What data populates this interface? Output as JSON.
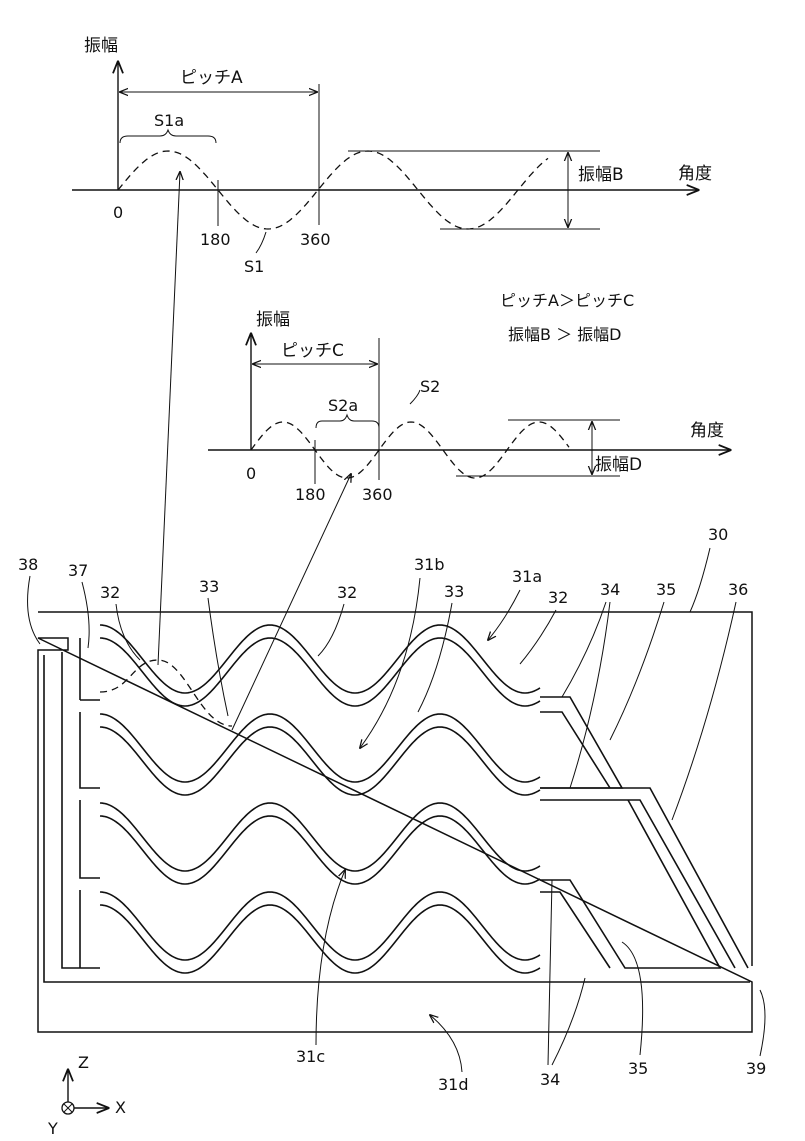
{
  "graph_top": {
    "y_axis_label": "振幅",
    "x_axis_label": "角度",
    "pitch_label": "ピッチA",
    "amplitude_label": "振幅B",
    "segment_label": "S1a",
    "curve_label": "S1",
    "ticks": [
      "0",
      "180",
      "360"
    ]
  },
  "graph_bottom": {
    "y_axis_label": "振幅",
    "x_axis_label": "角度",
    "pitch_label": "ピッチC",
    "amplitude_label": "振幅D",
    "segment_label": "S2a",
    "curve_label": "S2",
    "ticks": [
      "0",
      "180",
      "360"
    ]
  },
  "relations": {
    "line1": "ピッチA＞ピッチC",
    "line2": "振幅B ＞ 振幅D"
  },
  "plate_labels": {
    "l30": "30",
    "l31a": "31a",
    "l31b": "31b",
    "l31c": "31c",
    "l31d": "31d",
    "l32a": "32",
    "l32b": "32",
    "l32c": "32",
    "l33a": "33",
    "l33b": "33",
    "l34a": "34",
    "l34b": "34",
    "l35a": "35",
    "l35b": "35",
    "l36": "36",
    "l37": "37",
    "l38": "38",
    "l39": "39"
  },
  "coordinate_axes": {
    "z": "Z",
    "x": "X",
    "y": "Y"
  }
}
